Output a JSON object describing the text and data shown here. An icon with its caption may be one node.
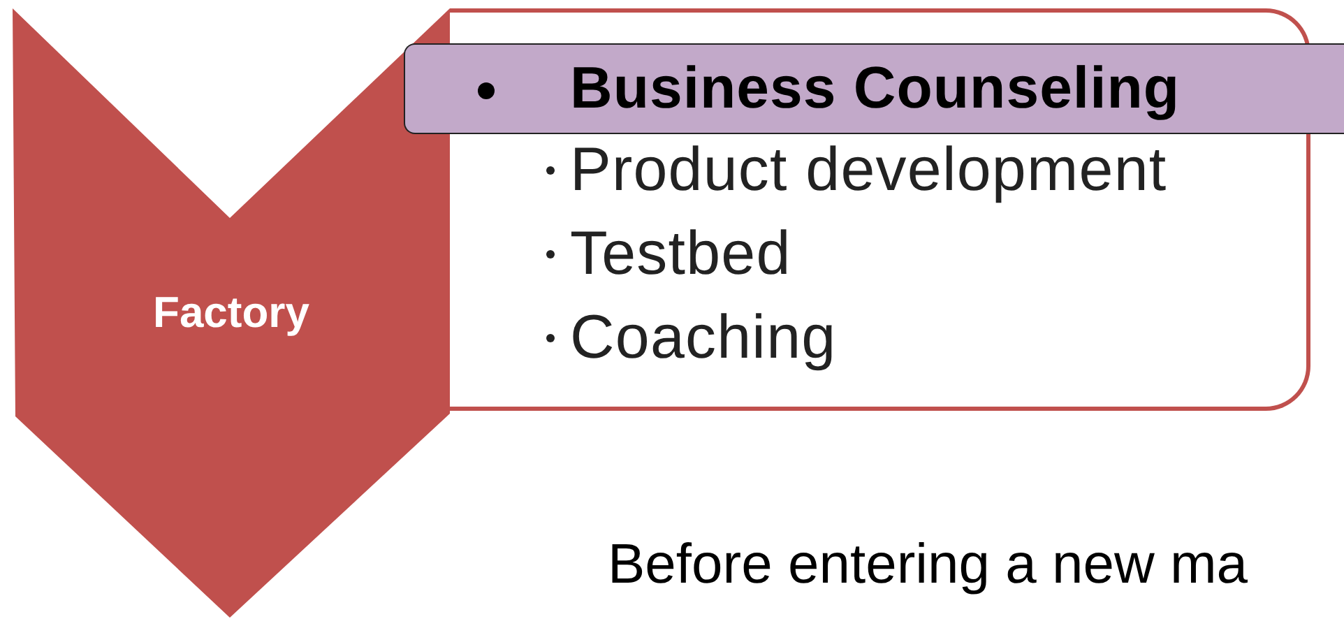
{
  "diagram": {
    "nodes": [
      {
        "text": [
          "Factory"
        ]
      },
      {
        "text": [
          "Product development",
          "Testbed",
          "Coaching"
        ]
      },
      {
        "text": [
          "Business Counseling"
        ]
      }
    ],
    "labels": [
      "Before entering a new ma"
    ]
  }
}
